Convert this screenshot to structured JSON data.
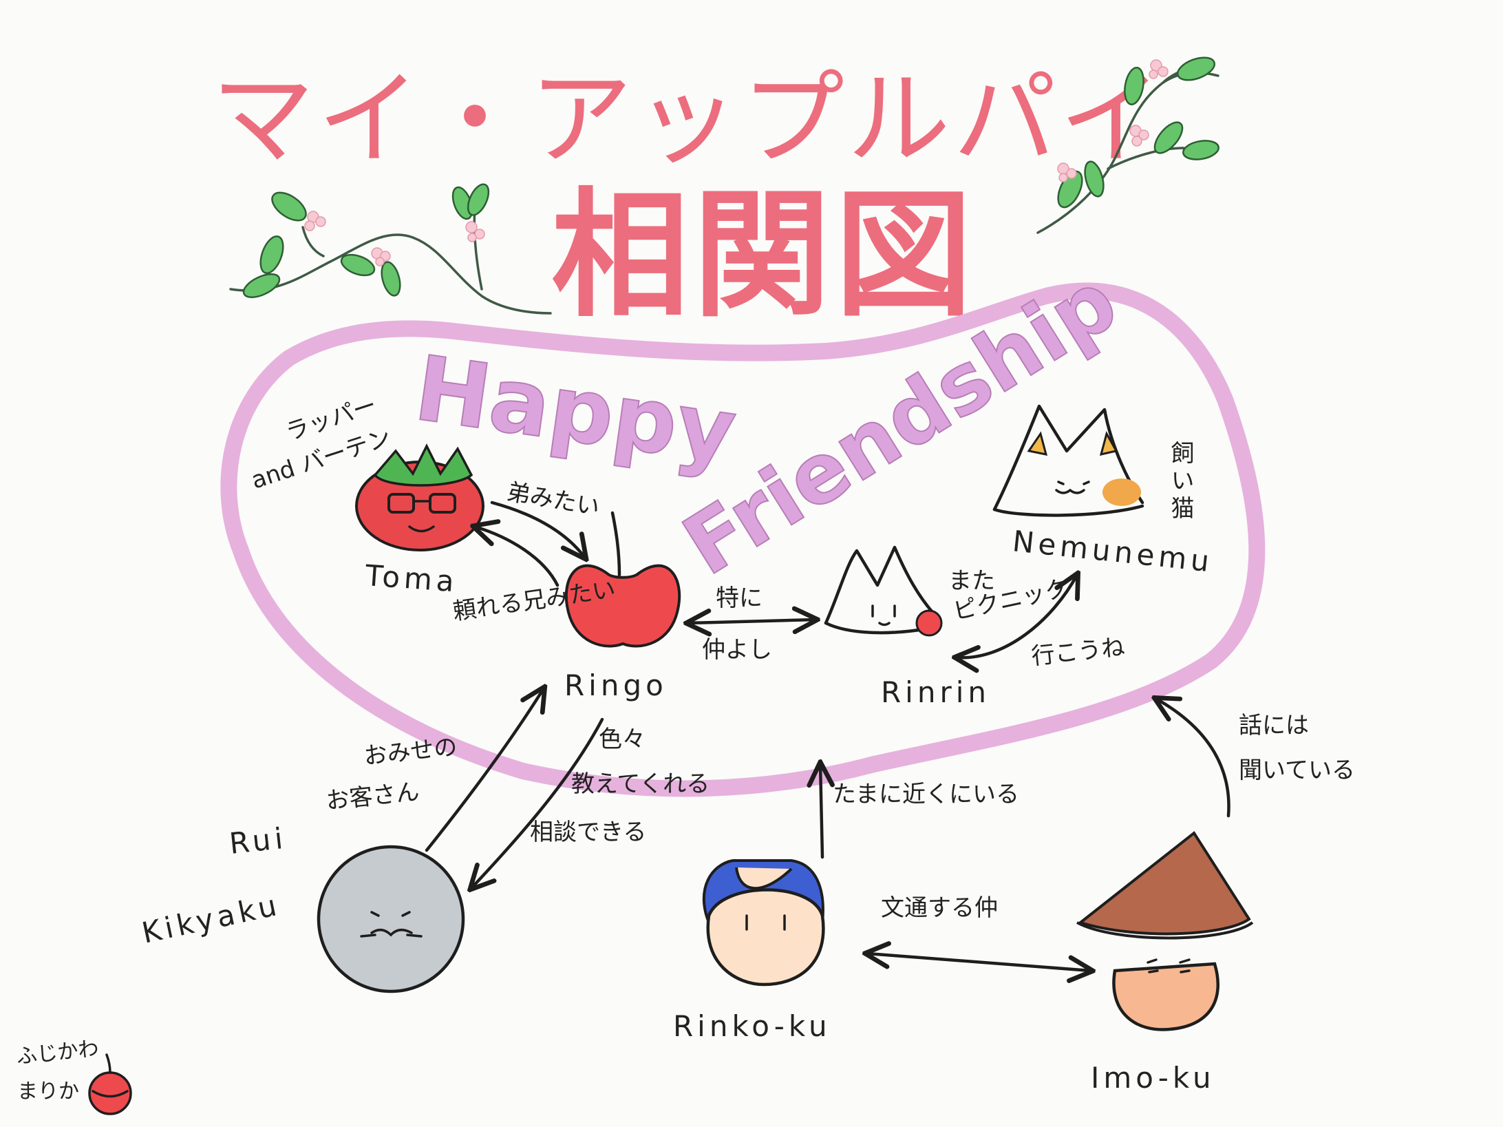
{
  "title": {
    "line1": "マイ・アップルパイ",
    "line2": "相関図"
  },
  "banner": {
    "word1": "Happy",
    "word2": "Friendship"
  },
  "characters": {
    "toma": {
      "name": "Toma",
      "tag_line1": "ラッパー",
      "tag_line2": "and バーテン"
    },
    "ringo": {
      "name": "Ringo"
    },
    "rinrin": {
      "name": "Rinrin"
    },
    "nemunemu": {
      "name": "Nemunemu",
      "tag": "飼い猫"
    },
    "rui": {
      "name_line1": "Rui",
      "name_line2": "Kikyaku"
    },
    "rinko": {
      "name": "Rinko-ku"
    },
    "imo": {
      "name": "Imo-ku"
    }
  },
  "relations": {
    "ringo_to_toma": {
      "text": "頼れる兄みたい"
    },
    "toma_to_ringo": {
      "text": "弟みたい"
    },
    "ringo_rinrin": {
      "line1": "特に",
      "line2": "仲よし"
    },
    "rinrin_nemunemu": {
      "line1": "また",
      "line2": "ピクニック",
      "line3": "行こうね"
    },
    "rui_to_ringo": {
      "line1": "おみせの",
      "line2": "お客さん"
    },
    "ringo_to_rui": {
      "line1": "色々",
      "line2": "教えてくれる",
      "line3": "相談できる"
    },
    "rinko_to_group": {
      "text": "たまに近くにいる"
    },
    "imo_to_group": {
      "line1": "話には",
      "line2": "聞いている"
    },
    "rinko_imo": {
      "text": "文通する仲"
    }
  },
  "signature": {
    "line1": "ふじかわ",
    "line2": "まりか"
  },
  "colors": {
    "title": "#ec6d7d",
    "friendship_loop": "#e6b1dd",
    "banner_text": "#dca4dc",
    "apple": "#ee4a4e",
    "tomato": "#e8484c",
    "leaf": "#66c56a",
    "rui_body": "#c6cbcf",
    "rinko_hair": "#3d5fd2",
    "rinko_face": "#fde2c9",
    "imo_body": "#f7b791",
    "imo_hat": "#b5684c"
  }
}
